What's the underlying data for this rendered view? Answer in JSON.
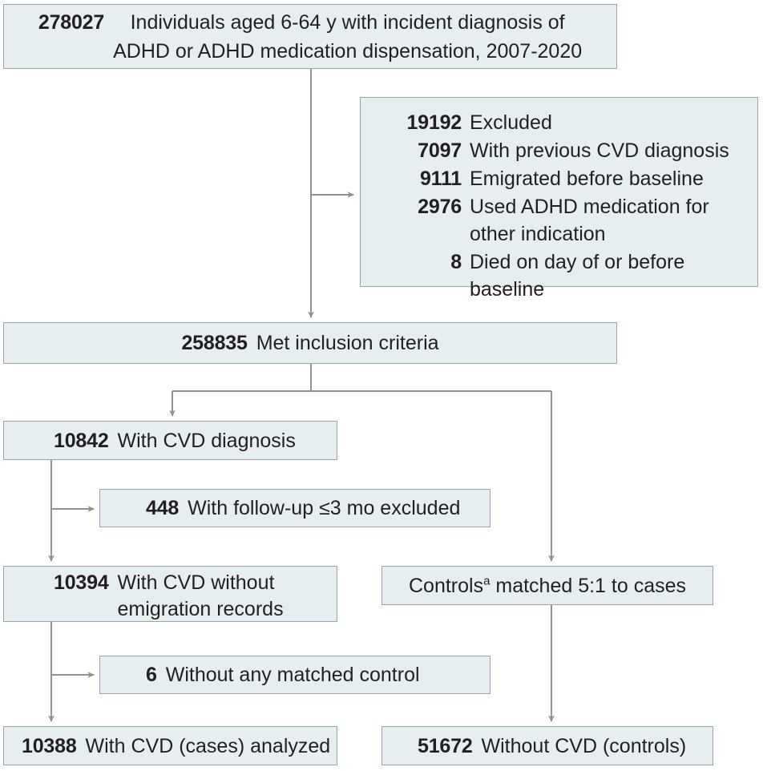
{
  "figure": {
    "type": "flowchart",
    "colors": {
      "box_fill": "#e7eef1",
      "box_border": "#9aa3a8",
      "connector": "#8d9498",
      "text": "#231f20"
    }
  },
  "boxes": {
    "enrolled": {
      "count": "278027",
      "text": "Individuals aged 6-64 y with incident diagnosis of\nADHD or ADHD medication dispensation, 2007-2020"
    },
    "excluded": {
      "count": "19192",
      "text": "Excluded",
      "reasons": [
        {
          "count": "7097",
          "text": "With previous CVD diagnosis"
        },
        {
          "count": "9111",
          "text": "Emigrated before baseline"
        },
        {
          "count": "2976",
          "text": "Used ADHD medication for\nother indication"
        },
        {
          "count": "8",
          "text": "Died on day of or before\nbaseline"
        }
      ]
    },
    "included": {
      "count": "258835",
      "text": "Met inclusion criteria"
    },
    "with_cvd": {
      "count": "10842",
      "text": "With CVD diagnosis"
    },
    "followup_excluded": {
      "count": "448",
      "text": "With follow-up ≤3 mo excluded"
    },
    "no_emigration": {
      "count": "10394",
      "text": "With CVD without\nemigration records"
    },
    "controls_matched": {
      "text_before": "Controls",
      "footnote_marker": "a",
      "text_after": " matched 5:1 to cases"
    },
    "no_matched_control": {
      "count": "6",
      "text": "Without any matched control"
    },
    "cases_analyzed": {
      "count": "10388",
      "text": "With CVD (cases) analyzed"
    },
    "controls_analyzed": {
      "count": "51672",
      "text": "Without CVD (controls)"
    }
  }
}
